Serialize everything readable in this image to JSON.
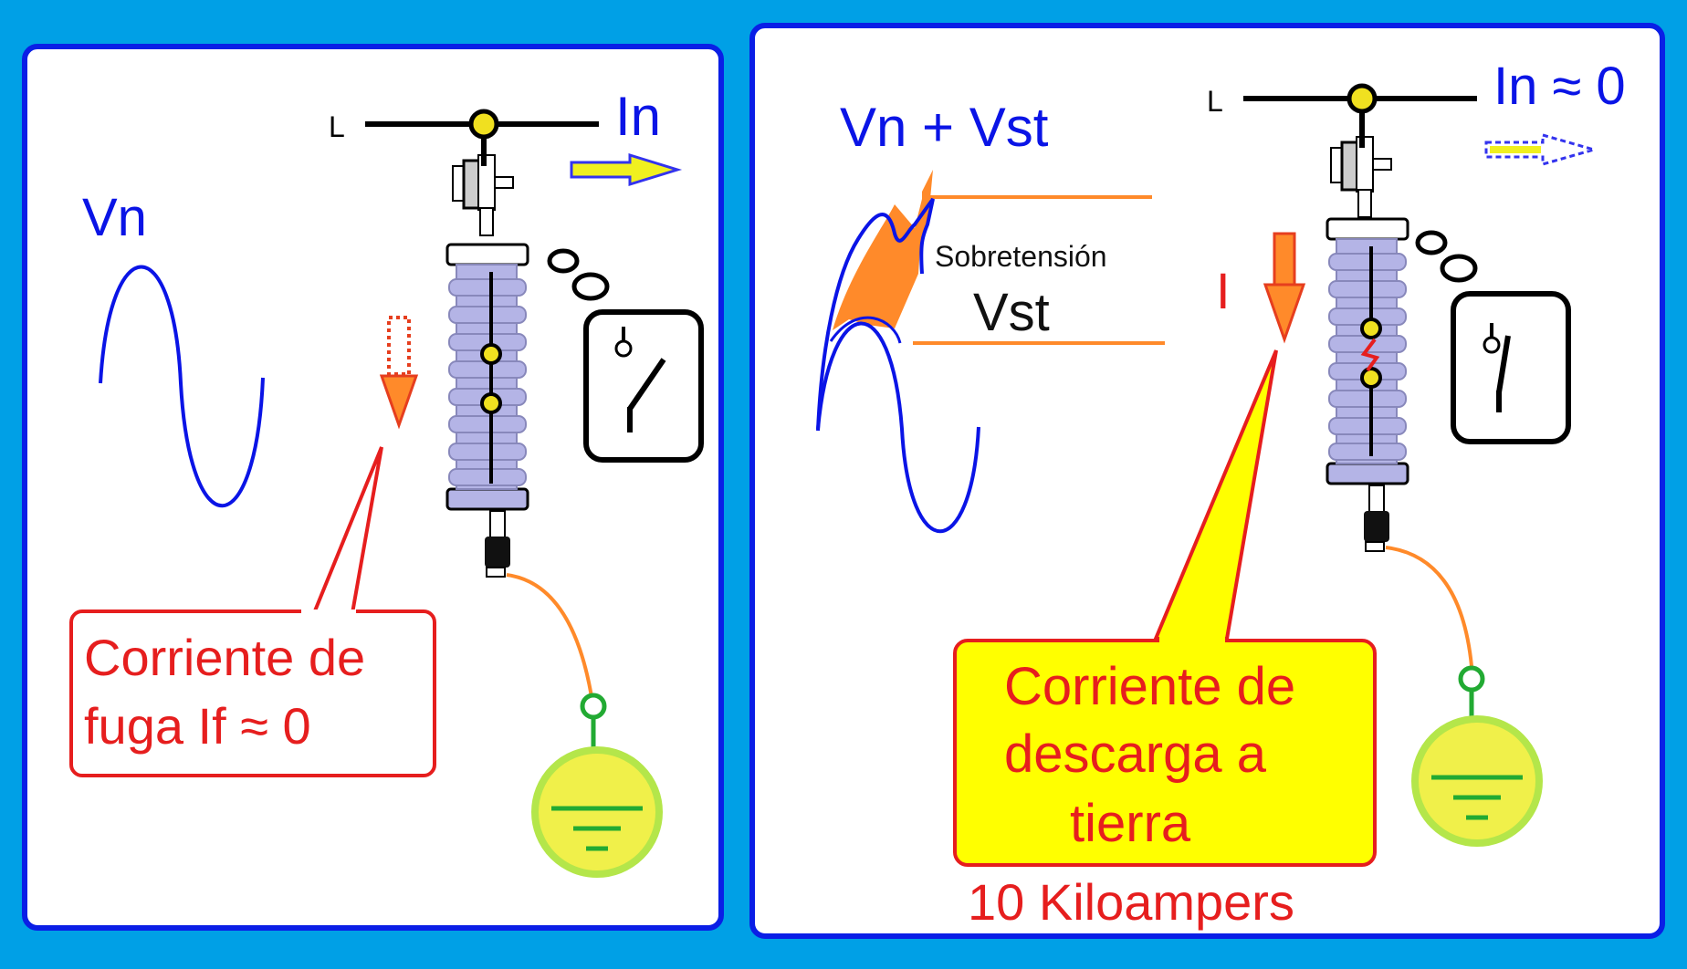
{
  "left_panel": {
    "line_label": "L",
    "current_label": "In",
    "voltage_label": "Vn",
    "callout_line1": "Corriente de",
    "callout_line2": "fuga If ≈ 0"
  },
  "right_panel": {
    "line_label": "L",
    "current_label": "In ≈ 0",
    "voltage_label": "Vn + Vst",
    "overvoltage_label": "Sobretensión",
    "overvoltage_symbol": "Vst",
    "discharge_current_label": "I",
    "callout_line1": "Corriente de",
    "callout_line2": "descarga a",
    "callout_line3": "tierra",
    "magnitude_label": "10 Kiloampers"
  },
  "colors": {
    "background": "#00a0e6",
    "panel_border": "#0a1ee6",
    "signal_blue": "#0a14e6",
    "callout_red": "#e61e1e",
    "callout_yellow": "#ffff00",
    "overvoltage_orange": "#ff8a2a",
    "arrester_lilac": "#b4b4e6",
    "ground_green": "#22aa33"
  },
  "icons": [
    "arrester-icon",
    "switch-icon",
    "ground-icon",
    "thought-bubble-icon",
    "arrow-right-icon",
    "arrow-down-icon",
    "lightning-icon"
  ]
}
